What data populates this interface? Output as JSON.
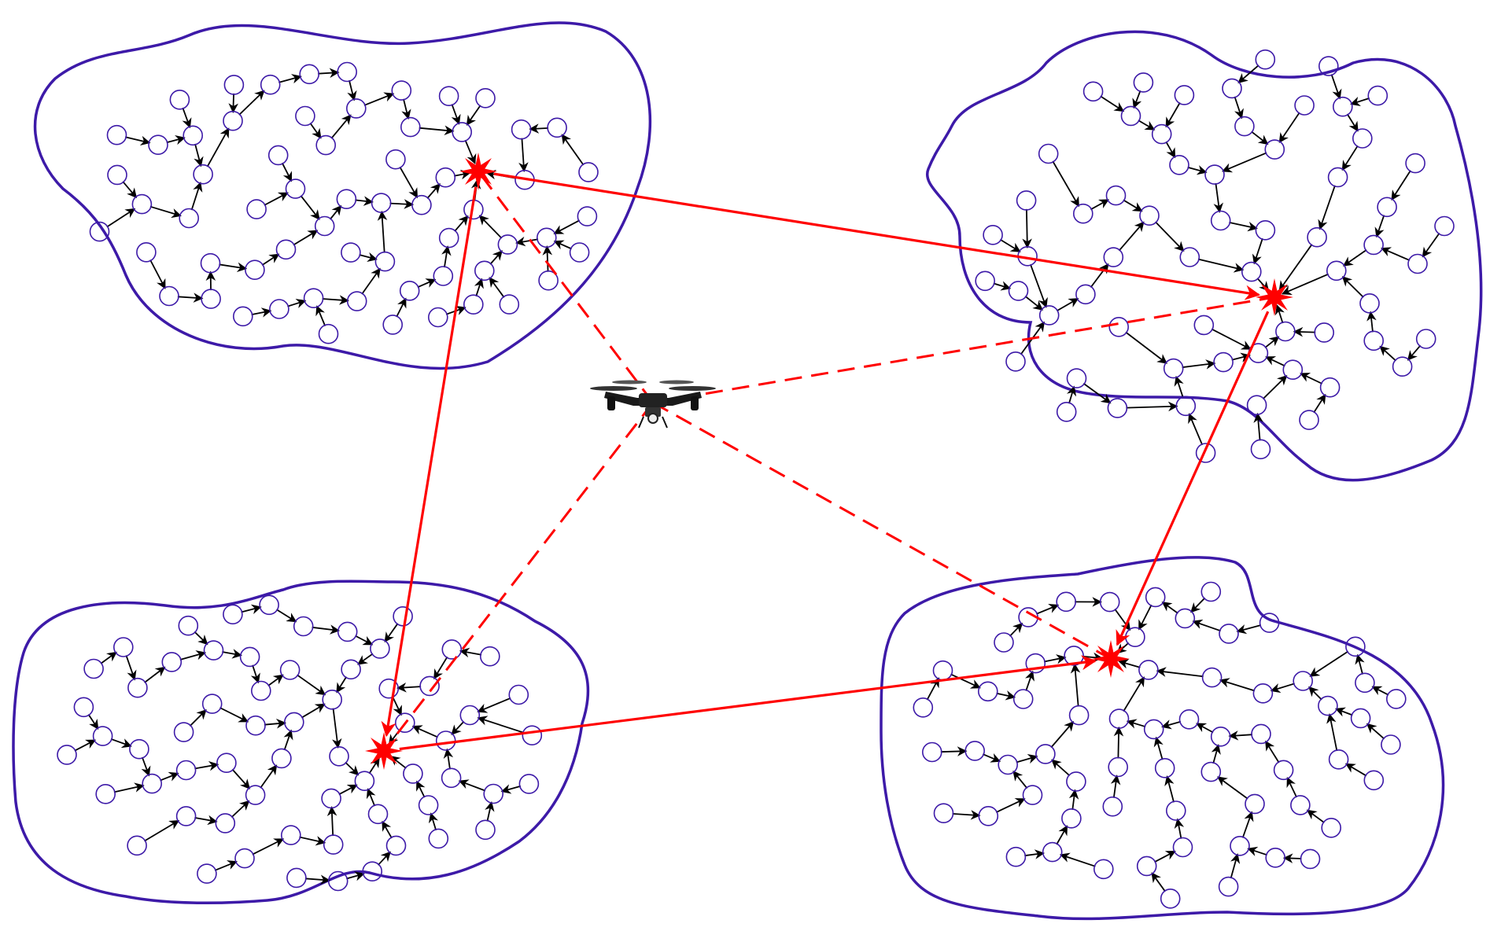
{
  "colors": {
    "background": "#ffffff",
    "cluster_boundary": "#3d1aa8",
    "sensor_node": "#3d1aa8",
    "link": "#000000",
    "cluster_head": "#ff0000",
    "inter_cluster_link": "#ff0000",
    "uav_link": "#ff0000",
    "drone_body": "#1a1a1a"
  },
  "legend": [],
  "diagram": {
    "clusters": [
      {
        "id": "cluster-top-left",
        "node_count": 62
      },
      {
        "id": "cluster-top-right",
        "node_count": 62
      },
      {
        "id": "cluster-bottom-left",
        "node_count": 62
      },
      {
        "id": "cluster-bottom-right",
        "node_count": 62
      }
    ],
    "cluster_head_icon": "red-star-icon",
    "uav_icon": "drone-icon",
    "inter_cluster_links": [
      [
        "cluster-top-left",
        "cluster-top-right"
      ],
      [
        "cluster-top-left",
        "cluster-bottom-left"
      ],
      [
        "cluster-bottom-left",
        "cluster-bottom-right"
      ],
      [
        "cluster-top-right",
        "cluster-bottom-right"
      ]
    ],
    "uav_links": [
      "cluster-top-left",
      "cluster-top-right",
      "cluster-bottom-left",
      "cluster-bottom-right"
    ],
    "uav_link_style": "dashed",
    "inter_cluster_link_style": "solid"
  }
}
